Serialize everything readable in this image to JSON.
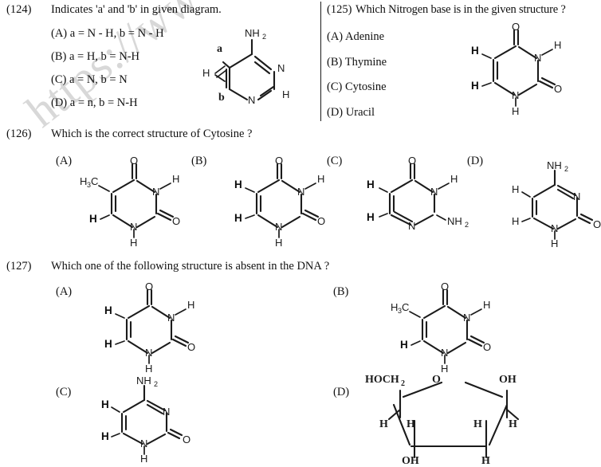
{
  "watermark": {
    "text": "https://www.studi"
  },
  "questions": [
    {
      "number": "(124)",
      "text": "Indicates 'a' and 'b' in given diagram.",
      "options": [
        {
          "label": "(A)",
          "text": "a = N - H, b = N - H"
        },
        {
          "label": "(B)",
          "text": "a = H, b = N-H"
        },
        {
          "label": "(C)",
          "text": "a = N, b = N"
        },
        {
          "label": "(D)",
          "text": "a = n, b = N-H"
        }
      ],
      "diagram": {
        "name": "adenine-like-ring",
        "atoms": [
          "NH2",
          "N",
          "N",
          "H",
          "H",
          "a",
          "b"
        ]
      }
    },
    {
      "number": "(125)",
      "text": "Which Nitrogen base is in the given structure ?",
      "options": [
        {
          "label": "(A)",
          "text": "Adenine"
        },
        {
          "label": "(B)",
          "text": "Thymine"
        },
        {
          "label": "(C)",
          "text": "Cytosine"
        },
        {
          "label": "(D)",
          "text": "Uracil"
        }
      ],
      "diagram": {
        "name": "uracil-ring",
        "atoms": [
          "O",
          "O",
          "N",
          "N",
          "H",
          "H",
          "H",
          "H"
        ]
      }
    },
    {
      "number": "(126)",
      "text": "Which is the correct structure of Cytosine ?",
      "options": [
        {
          "label": "(A)",
          "structure": "thymine",
          "atoms": [
            "H3C",
            "O",
            "O",
            "N",
            "N",
            "H",
            "H",
            "H"
          ]
        },
        {
          "label": "(B)",
          "structure": "uracil",
          "atoms": [
            "O",
            "O",
            "N",
            "N",
            "H",
            "H",
            "H",
            "H"
          ]
        },
        {
          "label": "(C)",
          "structure": "isocytosine",
          "atoms": [
            "O",
            "N",
            "N",
            "NH2",
            "H",
            "H",
            "H"
          ]
        },
        {
          "label": "(D)",
          "structure": "cytosine",
          "atoms": [
            "NH2",
            "N",
            "N",
            "O",
            "H",
            "H",
            "H"
          ]
        }
      ]
    },
    {
      "number": "(127)",
      "text": "Which one of the following structure is absent in the DNA ?",
      "options": [
        {
          "label": "(A)",
          "structure": "uracil",
          "atoms": [
            "O",
            "O",
            "N",
            "N",
            "H",
            "H",
            "H",
            "H"
          ]
        },
        {
          "label": "(B)",
          "structure": "thymine",
          "atoms": [
            "H3C",
            "O",
            "O",
            "N",
            "N",
            "H",
            "H",
            "H"
          ]
        },
        {
          "label": "(C)",
          "structure": "cytosine",
          "atoms": [
            "NH2",
            "N",
            "N",
            "O",
            "H",
            "H",
            "H"
          ]
        },
        {
          "label": "(D)",
          "structure": "ribose-furanose",
          "atoms": [
            "HOCH2",
            "O",
            "OH",
            "OH",
            "H",
            "H",
            "H",
            "H",
            "H",
            "H"
          ]
        }
      ]
    }
  ]
}
